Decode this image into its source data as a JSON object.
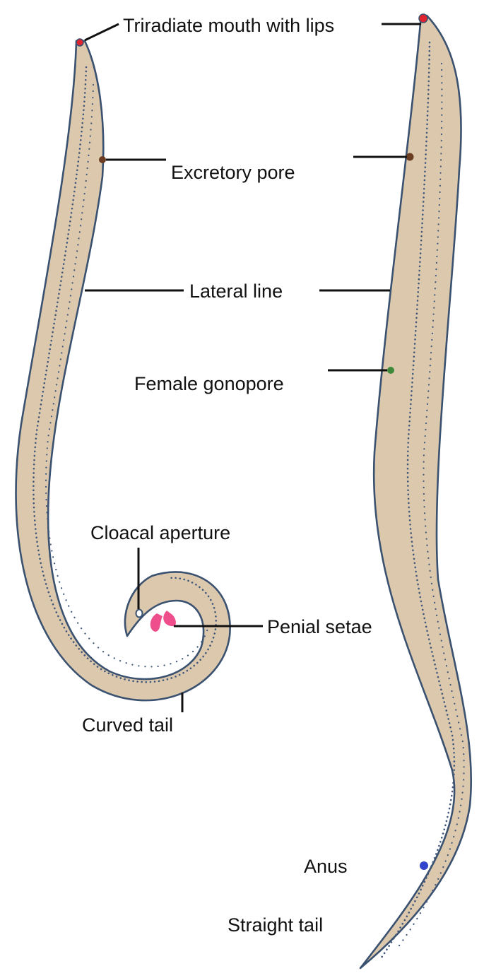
{
  "labels": {
    "triradiate_mouth": "Triradiate mouth with lips",
    "excretory_pore": "Excretory pore",
    "lateral_line": "Lateral line",
    "female_gonopore": "Female gonopore",
    "cloacal_aperture": "Cloacal aperture",
    "penial_setae": "Penial setae",
    "curved_tail": "Curved tail",
    "anus": "Anus",
    "straight_tail": "Straight tail"
  },
  "colors": {
    "body": "#dcc8ad",
    "outline": "#3a5170",
    "mouth": "#e0242f",
    "excretory_pore": "#6b3d22",
    "gonopore": "#3f8a3a",
    "anus": "#3344cc",
    "penial_setae": "#ee4f8c"
  }
}
